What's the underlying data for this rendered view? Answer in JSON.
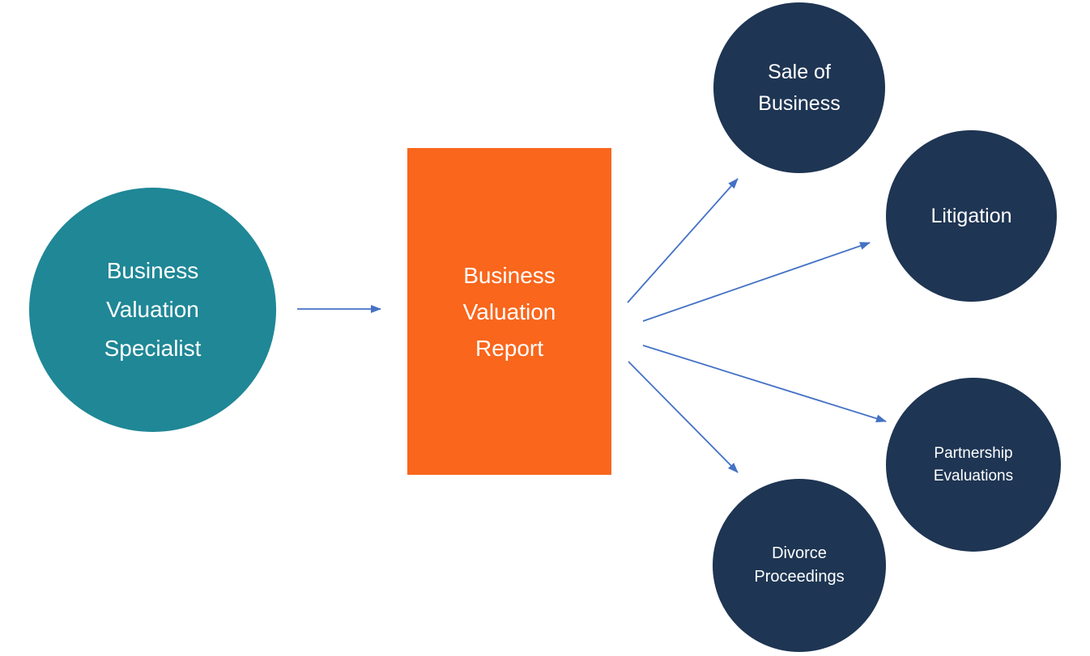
{
  "colors": {
    "teal": "#1F8796",
    "orange": "#F9661C",
    "navy": "#1E3553",
    "arrow": "#4472C4",
    "text": "#FFFFFF",
    "bg": "#FFFFFF"
  },
  "nodes": {
    "specialist": {
      "label": "Business\nValuation\nSpecialist",
      "shape": "circle",
      "color": "teal"
    },
    "report": {
      "label": "Business\nValuation\nReport",
      "shape": "rectangle",
      "color": "orange"
    },
    "sale": {
      "label": "Sale of\nBusiness",
      "shape": "circle",
      "color": "navy"
    },
    "litigation": {
      "label": "Litigation",
      "shape": "circle",
      "color": "navy"
    },
    "partnership": {
      "label": "Partnership\nEvaluations",
      "shape": "circle",
      "color": "navy"
    },
    "divorce": {
      "label": "Divorce\nProceedings",
      "shape": "circle",
      "color": "navy"
    }
  },
  "connections": [
    {
      "from": "specialist",
      "to": "report"
    },
    {
      "from": "report",
      "to": "sale"
    },
    {
      "from": "report",
      "to": "litigation"
    },
    {
      "from": "report",
      "to": "partnership"
    },
    {
      "from": "report",
      "to": "divorce"
    }
  ]
}
